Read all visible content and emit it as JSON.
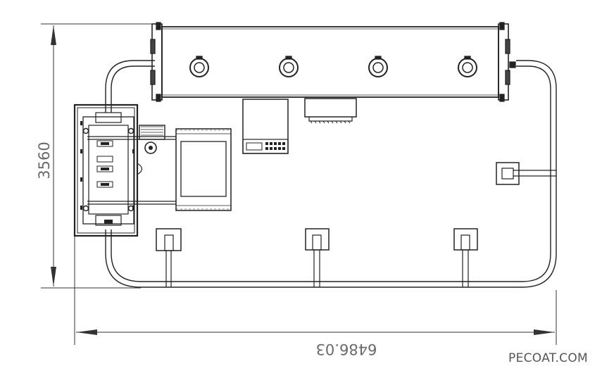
{
  "dimensions": {
    "height_label": "3560",
    "width_label": "6486.03"
  },
  "watermark": "PECOAT.COM"
}
